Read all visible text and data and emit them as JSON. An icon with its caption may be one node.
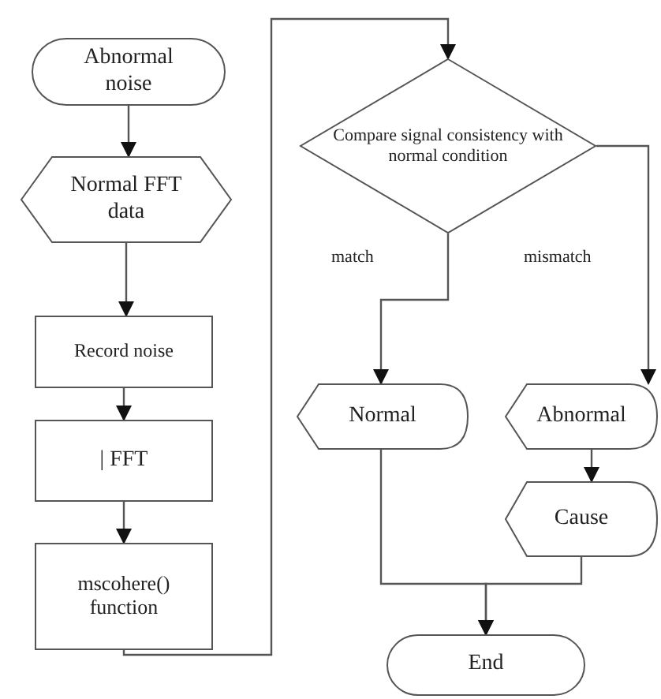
{
  "diagram": {
    "nodes": [
      {
        "text": [
          "Abnormal noise"
        ]
      },
      {
        "text": [
          "Normal FFT data"
        ]
      },
      {
        "text": [
          "Record noise"
        ]
      },
      {
        "text": [
          "| FFT"
        ]
      },
      {
        "text": [
          "mscohere() function"
        ]
      },
      {
        "text": [
          "Compare signal consistency with normal condition"
        ]
      },
      {
        "text": [
          "Normal"
        ]
      },
      {
        "text": [
          "Abnormal"
        ]
      },
      {
        "text": [
          "Cause"
        ]
      },
      {
        "text": [
          "End"
        ]
      }
    ],
    "edges": [
      {
        "from": 0,
        "to": 1,
        "arrow": "to"
      },
      {
        "from": 1,
        "to": 2,
        "arrow": "to"
      },
      {
        "from": 2,
        "to": 3,
        "arrow": "to"
      },
      {
        "from": 3,
        "to": 4,
        "arrow": "to"
      },
      {
        "from": 4,
        "to": 5,
        "arrow": "to"
      },
      {
        "from": 5,
        "to": 6,
        "arrow": "to",
        "label": "match"
      },
      {
        "from": 5,
        "to": 7,
        "arrow": "to",
        "label": "mismatch"
      },
      {
        "from": 7,
        "to": 8,
        "arrow": "to"
      },
      {
        "from": 6,
        "to": 9,
        "arrow": "to"
      },
      {
        "from": 8,
        "to": 9,
        "arrow": "to"
      }
    ]
  }
}
